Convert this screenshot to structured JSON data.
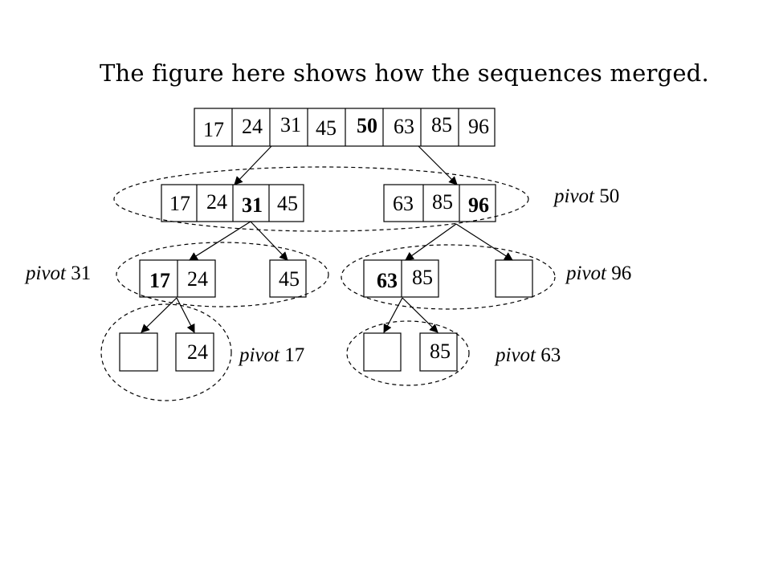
{
  "title": "The figure here shows how the sequences merged.",
  "nodes": {
    "root": [
      "17",
      "24",
      "31",
      "45",
      "50",
      "63",
      "85",
      "96"
    ],
    "level1_left": [
      "17",
      "24",
      "31",
      "45"
    ],
    "level1_right": [
      "63",
      "85",
      "96"
    ],
    "level2_left_pair": [
      "17",
      "24"
    ],
    "level2_left_single": "45",
    "level2_right_pair": [
      "63",
      "85"
    ],
    "level2_right_empty": "",
    "level3_left_empty": "",
    "level3_left_single": "24",
    "level3_right_empty": "",
    "level3_right_single": "85"
  },
  "pivots": {
    "p50": {
      "word": "pivot",
      "value": "50"
    },
    "p31": {
      "word": "pivot",
      "value": "31"
    },
    "p96": {
      "word": "pivot",
      "value": "96"
    },
    "p17": {
      "word": "pivot",
      "value": "17"
    },
    "p63": {
      "word": "pivot",
      "value": "63"
    }
  }
}
